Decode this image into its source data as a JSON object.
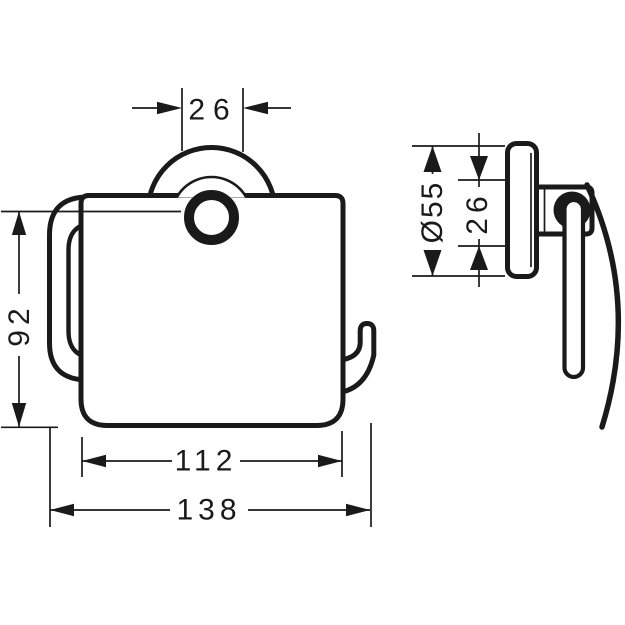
{
  "page": {
    "background": "#ffffff",
    "line_color": "#1a1a1a"
  },
  "diagram": {
    "front_view": {
      "top_width": "26",
      "height": "92",
      "inner_width": "112",
      "overall_width": "138"
    },
    "side_view": {
      "diameter": "Ø55",
      "depth": "26"
    }
  }
}
